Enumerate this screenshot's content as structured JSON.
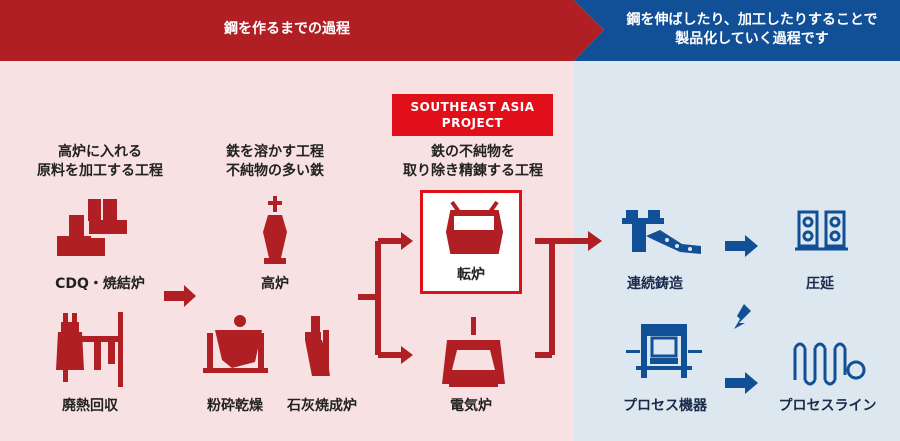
{
  "header": {
    "left_title": "鋼を作るまでの過程",
    "right_title_line1": "鋼を伸ばしたり、加工したりすることで",
    "right_title_line2": "製品化していく過程です"
  },
  "colors": {
    "red": "#b01f24",
    "bright_red": "#e10f1a",
    "blue": "#114f96",
    "pink_bg": "#f8e1e3",
    "blue_bg": "#dde7f0"
  },
  "stages": {
    "raw_material": {
      "line1": "高炉に入れる",
      "line2": "原料を加工する工程"
    },
    "melting": {
      "line1": "鉄を溶かす工程",
      "line2": "不純物の多い鉄"
    },
    "refining": {
      "line1": "鉄の不純物を",
      "line2": "取り除き精錬する工程"
    }
  },
  "badge": {
    "line1": "SOUTHEAST ASIA",
    "line2": "PROJECT"
  },
  "processes": {
    "cdq": "CDQ・焼結炉",
    "waste_heat": "廃熱回収",
    "blast_furnace": "高炉",
    "pulverizer": "粉砕乾燥",
    "lime_kiln": "石灰焼成炉",
    "converter": "転炉",
    "electric_furnace": "電気炉",
    "continuous_casting": "連続鋳造",
    "rolling": "圧延",
    "process_equipment": "プロセス機器",
    "process_line": "プロセスライン"
  },
  "icons": {
    "cdq": "coke-oven-icon",
    "waste_heat": "waste-heat-boiler-icon",
    "blast_furnace": "blast-furnace-icon",
    "pulverizer": "mill-icon",
    "lime_kiln": "kiln-icon",
    "converter": "converter-icon",
    "electric_furnace": "electric-arc-furnace-icon",
    "continuous_casting": "caster-icon",
    "rolling": "rolling-mill-icon",
    "process_equipment": "press-icon",
    "process_line": "coil-line-icon"
  }
}
